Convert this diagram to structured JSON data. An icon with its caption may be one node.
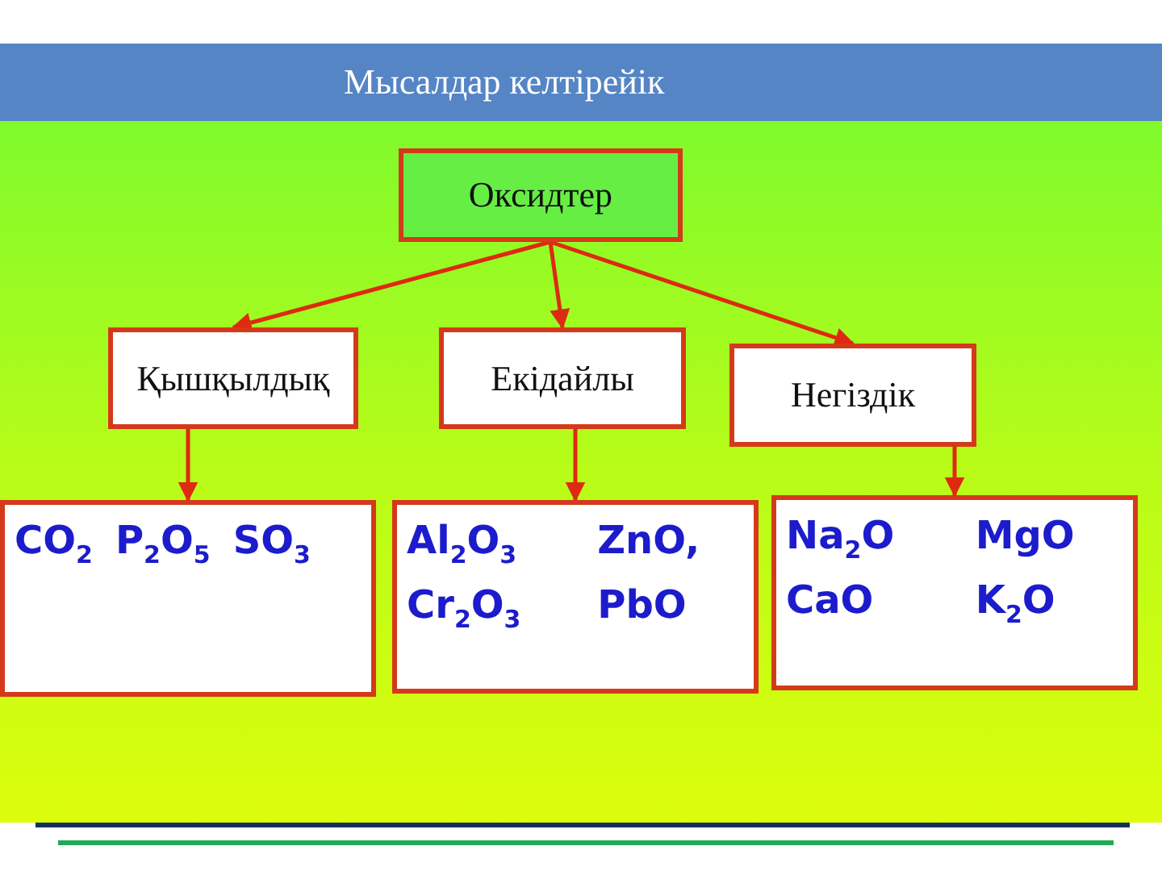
{
  "diagram": {
    "title": "Мысалдар келтірейік",
    "nodes": [
      {
        "text": [
          "Оксидтер"
        ]
      },
      {
        "text": [
          "Қышқылдық"
        ]
      },
      {
        "text": [
          "Екідайлы"
        ]
      },
      {
        "text": [
          "Негіздік"
        ]
      },
      {
        "text": [
          "CO$_{2}$",
          "P$_{2}$O$_{5}$",
          "SO$_{3}$"
        ]
      },
      {
        "text": [
          "Al$_{2}$O$_{3}$",
          "ZnO,",
          "Cr$_{2}$O$_{3}$",
          "PbO"
        ]
      },
      {
        "text": [
          "Na$_{2}$O",
          "MgO",
          "CaO",
          "K$_{2}$O"
        ]
      }
    ],
    "edges": [
      {
        "from": 0,
        "to": 1,
        "arrow": "to"
      },
      {
        "from": 0,
        "to": 2,
        "arrow": "to"
      },
      {
        "from": 0,
        "to": 3,
        "arrow": "to"
      },
      {
        "from": 1,
        "to": 4,
        "arrow": "to"
      },
      {
        "from": 2,
        "to": 5,
        "arrow": "to"
      },
      {
        "from": 3,
        "to": 6,
        "arrow": "to"
      }
    ]
  }
}
